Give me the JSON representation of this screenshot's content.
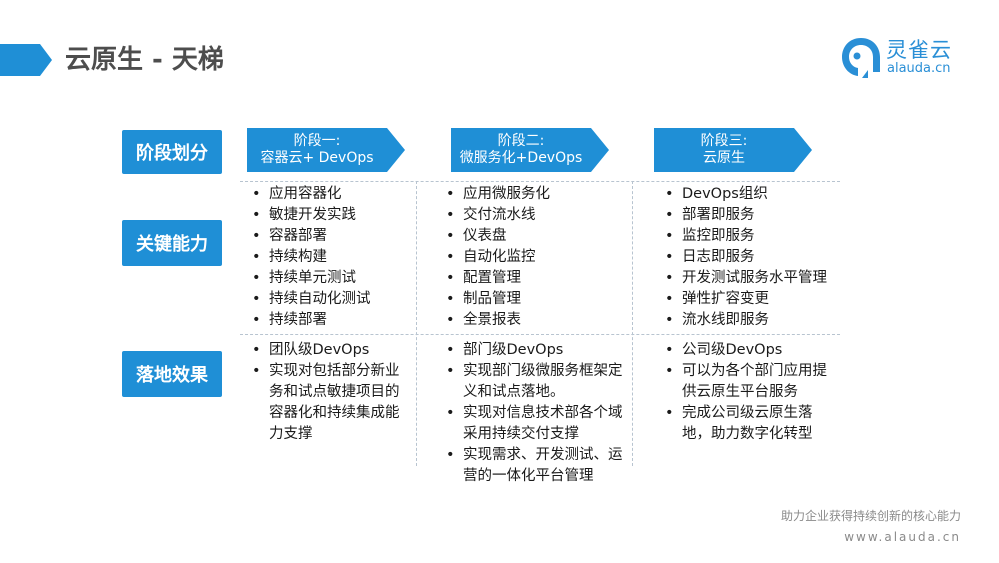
{
  "header": {
    "title": "云原生 - 天梯",
    "accent_color": "#1f8fd6"
  },
  "logo": {
    "name": "灵雀云",
    "domain": "alauda.cn",
    "icon": "alauda-logo-icon"
  },
  "rows": {
    "stage": "阶段划分",
    "capability": "关键能力",
    "effect": "落地效果"
  },
  "phases": [
    {
      "line1": "阶段一:",
      "line2": "容器云+ DevOps",
      "capabilities": [
        "应用容器化",
        "敏捷开发实践",
        "容器部署",
        "持续构建",
        "持续单元测试",
        "持续自动化测试",
        "持续部署"
      ],
      "effects": [
        "团队级DevOps",
        "实现对包括部分新业务和试点敏捷项目的容器化和持续集成能力支撑"
      ]
    },
    {
      "line1": "阶段二:",
      "line2": "微服务化+DevOps",
      "capabilities": [
        "应用微服务化",
        "交付流水线",
        "仪表盘",
        "自动化监控",
        "配置管理",
        "制品管理",
        "全景报表"
      ],
      "effects": [
        "部门级DevOps",
        "实现部门级微服务框架定义和试点落地。",
        "实现对信息技术部各个域采用持续交付支撑",
        "实现需求、开发测试、运营的一体化平台管理"
      ]
    },
    {
      "line1": "阶段三:",
      "line2": "云原生",
      "capabilities": [
        "DevOps组织",
        "部署即服务",
        "监控即服务",
        "日志即服务",
        "开发测试服务水平管理",
        "弹性扩容变更",
        "流水线即服务"
      ],
      "effects": [
        "公司级DevOps",
        "可以为各个部门应用提供云原生平台服务",
        "完成公司级云原生落地，助力数字化转型"
      ]
    }
  ],
  "footer": {
    "tagline": "助力企业获得持续创新的核心能力",
    "url": "www.alauda.cn"
  }
}
